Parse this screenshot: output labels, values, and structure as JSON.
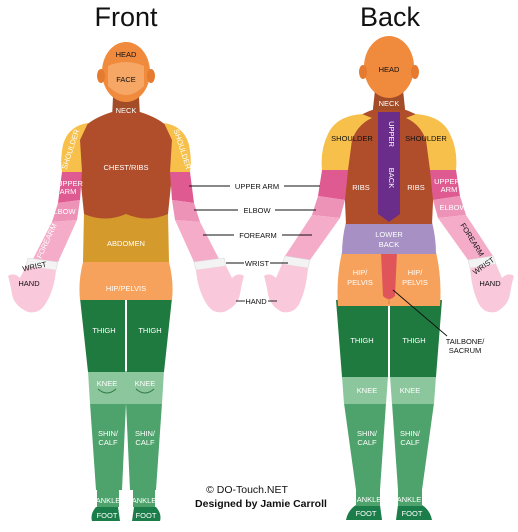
{
  "titles": {
    "front": "Front",
    "back": "Back"
  },
  "colors": {
    "head": "#F08A3C",
    "neck": "#A34C28",
    "torso": "#B04E2C",
    "shoulder": "#F7C04A",
    "upper_arm": "#E05A92",
    "elbow": "#EE93B8",
    "forearm": "#F4ACC8",
    "hand": "#F9C8DA",
    "abdomen": "#D59A2C",
    "hip": "#F6A25C",
    "thigh": "#1F7A3F",
    "knee": "#8CC69C",
    "shin": "#4EA36C",
    "foot": "#1B7D49",
    "upper_back": "#6A2E8A",
    "lower_back": "#A690C4",
    "tailbone": "#E0555A"
  },
  "front": {
    "head": "HEAD",
    "face": "FACE",
    "neck": "NECK",
    "shoulder_left": "SHOULDER",
    "shoulder_right": "SHOULDER",
    "chest": "CHEST/RIBS",
    "upper_arm_line1": "UPPER",
    "upper_arm_line2": "ARM",
    "elbow": "ELBOW",
    "forearm": "FOREARM",
    "wrist": "WRIST",
    "hand": "HAND",
    "abdomen": "ABDOMEN",
    "hip": "HIP/PELVIS",
    "thigh_left": "THIGH",
    "thigh_right": "THIGH",
    "knee_left": "KNEE",
    "knee_right": "KNEE",
    "shin_line1": "SHIN/",
    "shin_line2": "CALF",
    "ankle_left": "ANKLE",
    "ankle_right": "ANKLE",
    "foot_left": "FOOT",
    "foot_right": "FOOT"
  },
  "callouts": {
    "upper_arm": "UPPER ARM",
    "elbow": "ELBOW",
    "forearm": "FOREARM",
    "wrist": "WRIST",
    "hand": "HAND",
    "tailbone_line1": "TAILBONE/",
    "tailbone_line2": "SACRUM"
  },
  "back": {
    "head": "HEAD",
    "neck": "NECK",
    "shoulder_left": "SHOULDER",
    "shoulder_right": "SHOULDER",
    "upper": "UPPER",
    "back_word": "BACK",
    "ribs_left": "RIBS",
    "ribs_right": "RIBS",
    "upper_arm_line1": "UPPER",
    "upper_arm_line2": "ARM",
    "elbow": "ELBOW",
    "forearm": "FOREARM",
    "wrist": "WRIST",
    "hand": "HAND",
    "lower_line1": "LOWER",
    "lower_line2": "BACK",
    "hip_line1": "HIP/",
    "hip_line2": "PELVIS",
    "thigh_left": "THIGH",
    "thigh_right": "THIGH",
    "knee_left": "KNEE",
    "knee_right": "KNEE",
    "shin_line1": "SHIN/",
    "shin_line2": "CALF",
    "ankle_left": "ANKLE",
    "ankle_right": "ANKLE",
    "foot_left": "FOOT",
    "foot_right": "FOOT"
  },
  "credits": {
    "line1": "© DO-Touch.NET",
    "line2": "Designed by Jamie Carroll"
  }
}
